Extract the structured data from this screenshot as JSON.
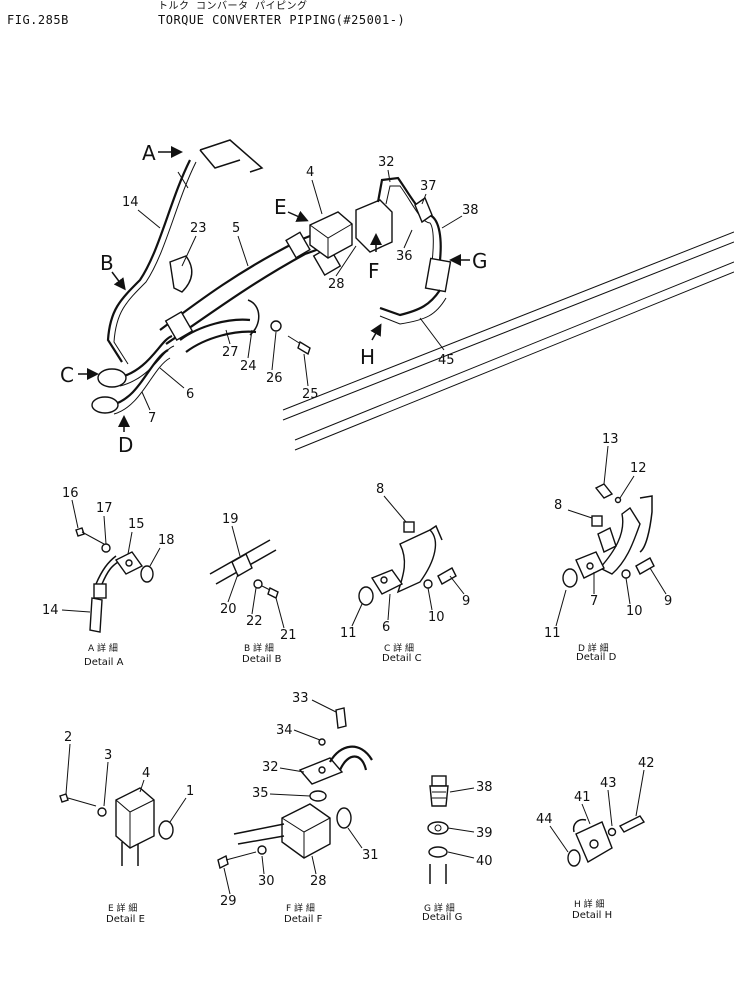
{
  "header": {
    "fig_number": "FIG.285B",
    "title_jp": "トルク コンバータ パイピング",
    "title_en": "TORQUE CONVERTER PIPING(#25001-)"
  },
  "main_view": {
    "view_markers": [
      "A",
      "B",
      "C",
      "D",
      "E",
      "F",
      "G",
      "H"
    ],
    "part_numbers": [
      "14",
      "23",
      "5",
      "4",
      "32",
      "37",
      "38",
      "36",
      "28",
      "45",
      "27",
      "24",
      "26",
      "25",
      "6",
      "7"
    ]
  },
  "details": [
    {
      "letter": "A",
      "label_jp": "A 詳 細",
      "label_en": "Detail A",
      "parts": [
        "16",
        "17",
        "15",
        "18",
        "14"
      ]
    },
    {
      "letter": "B",
      "label_jp": "B 詳 細",
      "label_en": "Detail B",
      "parts": [
        "19",
        "20",
        "22",
        "21"
      ]
    },
    {
      "letter": "C",
      "label_jp": "C 詳 細",
      "label_en": "Detail C",
      "parts": [
        "8",
        "9",
        "10",
        "6",
        "11"
      ]
    },
    {
      "letter": "D",
      "label_jp": "D 詳 細",
      "label_en": "Detail D",
      "parts": [
        "13",
        "12",
        "8",
        "9",
        "10",
        "7",
        "11"
      ]
    },
    {
      "letter": "E",
      "label_jp": "E 詳 細",
      "label_en": "Detail E",
      "parts": [
        "2",
        "3",
        "4",
        "1"
      ]
    },
    {
      "letter": "F",
      "label_jp": "F 詳 細",
      "label_en": "Detail F",
      "parts": [
        "33",
        "34",
        "32",
        "35",
        "31",
        "30",
        "29",
        "28"
      ]
    },
    {
      "letter": "G",
      "label_jp": "G 詳 細",
      "label_en": "Detail G",
      "parts": [
        "38",
        "39",
        "40"
      ]
    },
    {
      "letter": "H",
      "label_jp": "H 詳 細",
      "label_en": "Detail H",
      "parts": [
        "42",
        "43",
        "41",
        "44"
      ]
    }
  ]
}
